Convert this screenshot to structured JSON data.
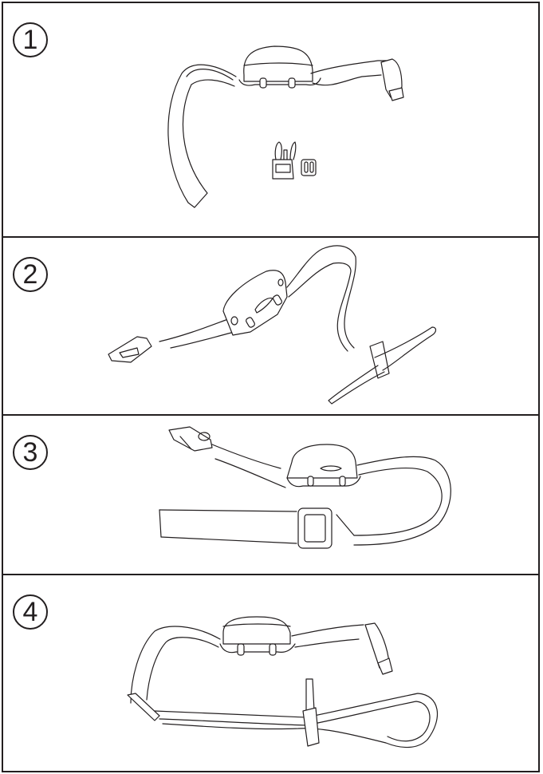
{
  "diagram": {
    "subject": "Collar strap assembly steps",
    "line_color": "#231f20",
    "background": "#ffffff",
    "steps": [
      {
        "number": "1",
        "label": "①",
        "description": "Collar receiver with strap, loose buckle and slider"
      },
      {
        "number": "2",
        "label": "②",
        "description": "Strap threaded through slider"
      },
      {
        "number": "3",
        "label": "③",
        "description": "Strap looped back through slider"
      },
      {
        "number": "4",
        "label": "④",
        "description": "Assembled collar with buckle attached"
      }
    ]
  }
}
